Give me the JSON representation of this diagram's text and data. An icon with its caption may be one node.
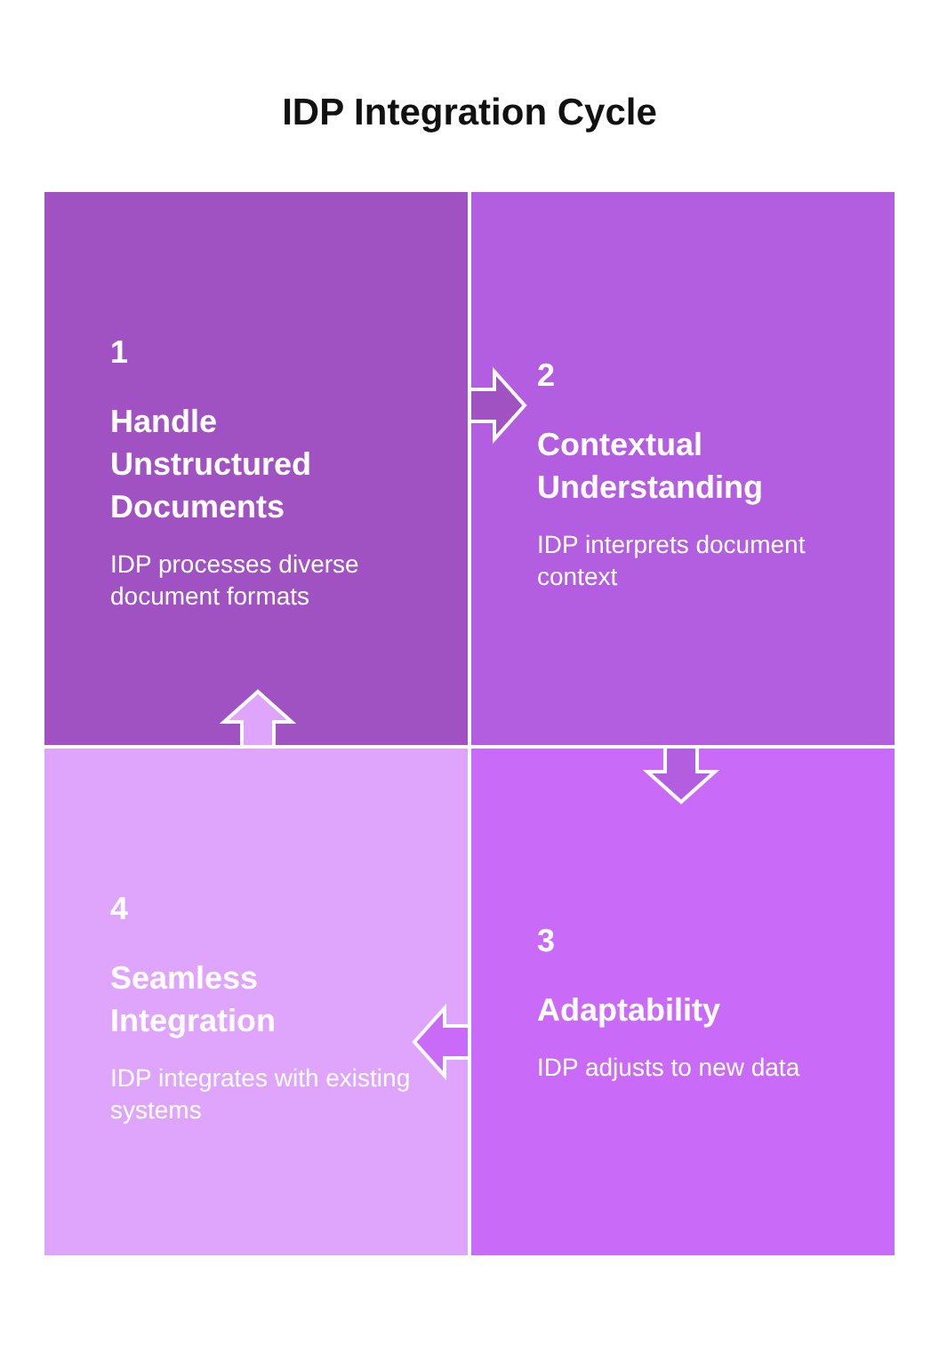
{
  "diagram": {
    "title": "IDP Integration Cycle",
    "nodes": [
      {
        "text": [
          "1",
          "Handle Unstructured Documents",
          "IDP processes diverse document formats"
        ]
      },
      {
        "text": [
          "2",
          "Contextual Understanding",
          "IDP interprets document context"
        ]
      },
      {
        "text": [
          "3",
          "Adaptability",
          "IDP adjusts to new data"
        ]
      },
      {
        "text": [
          "4",
          "Seamless Integration",
          "IDP integrates with existing systems"
        ]
      }
    ],
    "edges": [
      {
        "from": 0,
        "to": 1,
        "arrow": "to"
      },
      {
        "from": 1,
        "to": 2,
        "arrow": "to"
      },
      {
        "from": 2,
        "to": 3,
        "arrow": "to"
      },
      {
        "from": 3,
        "to": 0,
        "arrow": "to"
      }
    ]
  }
}
